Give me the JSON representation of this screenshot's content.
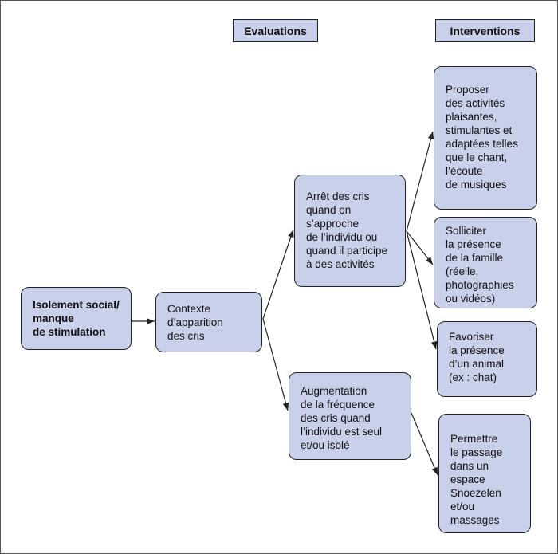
{
  "headers": {
    "evaluations": "Evaluations",
    "interventions": "Interventions"
  },
  "nodes": {
    "root": "Isolement social/\nmanque\nde stimulation",
    "context": "Contexte\nd’apparition\ndes cris",
    "eval_approach": "Arrêt des cris\nquand on\ns’approche\nde l’individu ou\nquand il participe\nà des activités",
    "eval_alone": "Augmentation\nde la fréquence\ndes cris quand\nl’individu est seul\net/ou isolé",
    "int_activities": "Proposer\ndes activités\nplaisantes,\nstimulantes et\nadaptées telles\nque le chant,\nl’écoute\nde musiques",
    "int_family": "Solliciter\nla présence\nde la famille\n(réelle,\nphotographies\nou vidéos)",
    "int_animal": "Favoriser\nla présence\nd’un animal\n(ex : chat)",
    "int_snoezelen": "Permettre\nle passage\ndans un espace\nSnoezelen\net/ou\nmassages"
  },
  "colors": {
    "box_fill": "#c9d0ea",
    "box_border": "#222222",
    "arrow": "#222222"
  }
}
